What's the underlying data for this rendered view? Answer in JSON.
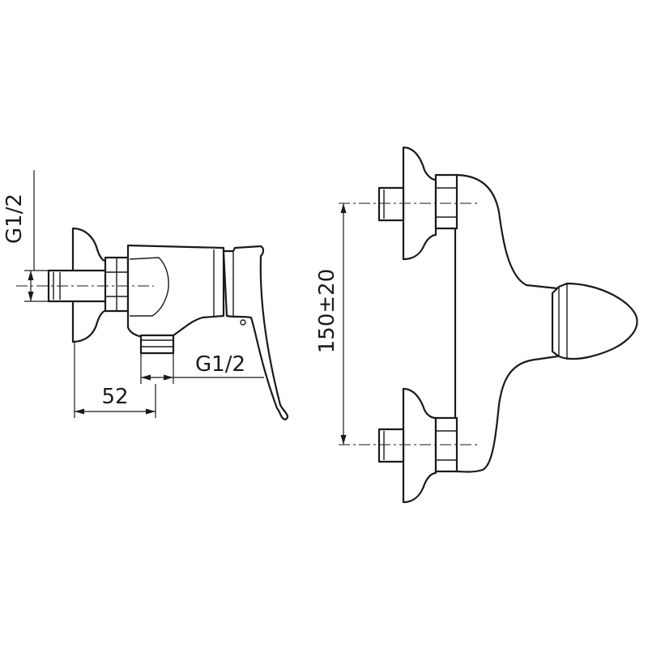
{
  "dimensions": {
    "inlet_thread": "G1/2",
    "outlet_thread": "G1/2",
    "projection": "52",
    "inlet_spacing": "150±20"
  }
}
